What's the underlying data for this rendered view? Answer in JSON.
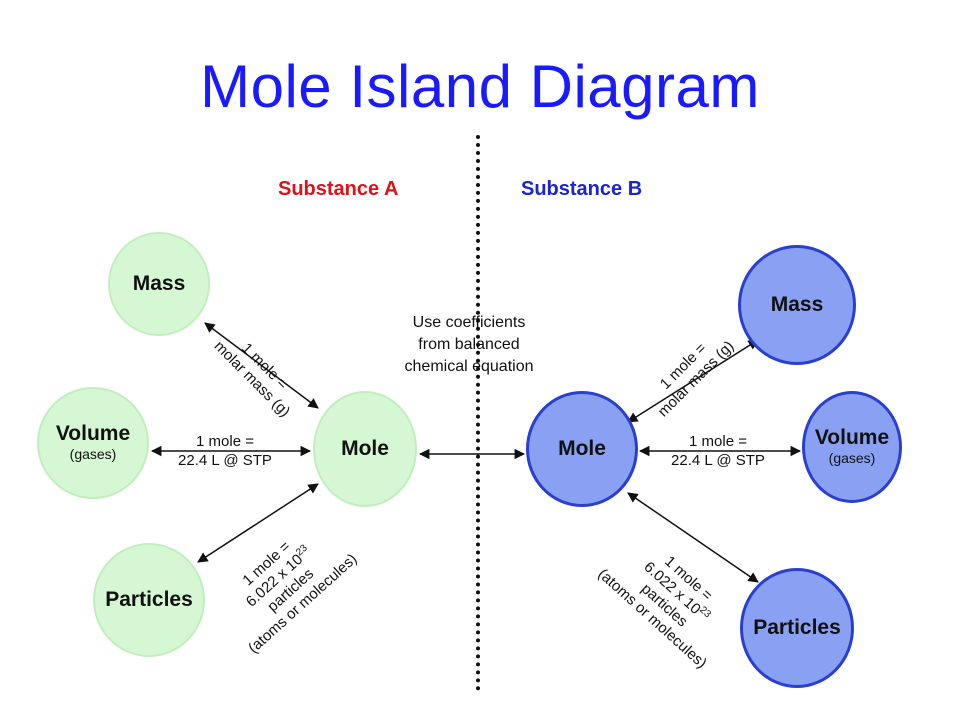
{
  "title": "Mole Island Diagram",
  "substance_a_label": "Substance A",
  "substance_b_label": "Substance B",
  "coefficient_note": [
    "Use coefficients",
    "from balanced",
    "chemical equation"
  ],
  "substance_a": {
    "mass": {
      "name": "Mass"
    },
    "volume": {
      "name": "Volume",
      "sub": "(gases)"
    },
    "particles": {
      "name": "Particles"
    },
    "mole": {
      "name": "Mole"
    },
    "mass_conversion": [
      "1 mole  =",
      "molar mass (g)"
    ],
    "volume_conversion": [
      "1 mole  =",
      "22.4 L @ STP"
    ],
    "particles_conversion": {
      "line1": "1 mole  =",
      "line2_base": "6.022 x 10",
      "line2_exp": "23",
      "line3": "particles",
      "line4": "(atoms or molecules)"
    }
  },
  "substance_b": {
    "mass": {
      "name": "Mass"
    },
    "volume": {
      "name": "Volume",
      "sub": "(gases)"
    },
    "particles": {
      "name": "Particles"
    },
    "mole": {
      "name": "Mole"
    },
    "mass_conversion": [
      "1 mole  =",
      "molar mass (g)"
    ],
    "volume_conversion": [
      "1 mole  =",
      "22.4 L @ STP"
    ],
    "particles_conversion": {
      "line1": "1 mole  =",
      "line2_base": "6.022 x 10",
      "line2_exp": "23",
      "line3": "particles",
      "line4": "(atoms or molecules)"
    }
  },
  "colors": {
    "title": "#1a1aff",
    "substance_a": "#e0101a",
    "substance_b": "#1a24d4",
    "island_a_fill": "#d6f7d4",
    "island_b_fill": "#8aa0f2",
    "island_b_border": "#2a3fcf"
  }
}
